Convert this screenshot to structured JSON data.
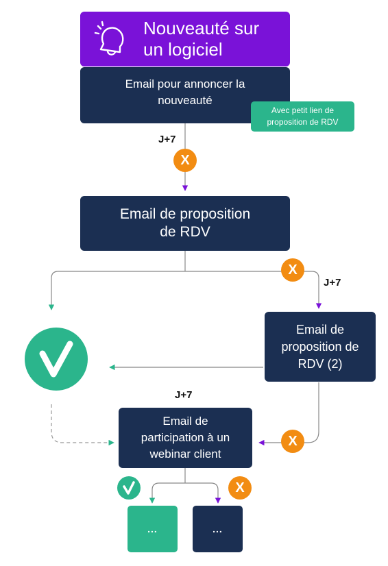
{
  "header": {
    "title": "Nouveauté  sur\nun logiciel",
    "icon": "bell-icon",
    "color": "#7a12d8"
  },
  "steps": {
    "announce_email": "Email pour annoncer la\nnouveauté",
    "announce_note": "Avec petit lien de\nproposition de RDV",
    "rdv_email": "Email de proposition\nde RDV",
    "rdv_email_2": "Email de\nproposition de\nRDV (2)",
    "webinar_email": "Email de\nparticipation à un\nwebinar client",
    "outcome_yes": "...",
    "outcome_no": "..."
  },
  "delays": {
    "first": "J+7",
    "second": "J+7",
    "third": "J+7"
  },
  "markers": {
    "no": "X",
    "yes_icon": "check-icon",
    "no_icon": "x-icon"
  },
  "colors": {
    "navy": "#1b2f52",
    "purple": "#7a12d8",
    "green": "#2bb58c",
    "orange": "#f28c12",
    "line": "#888888"
  }
}
